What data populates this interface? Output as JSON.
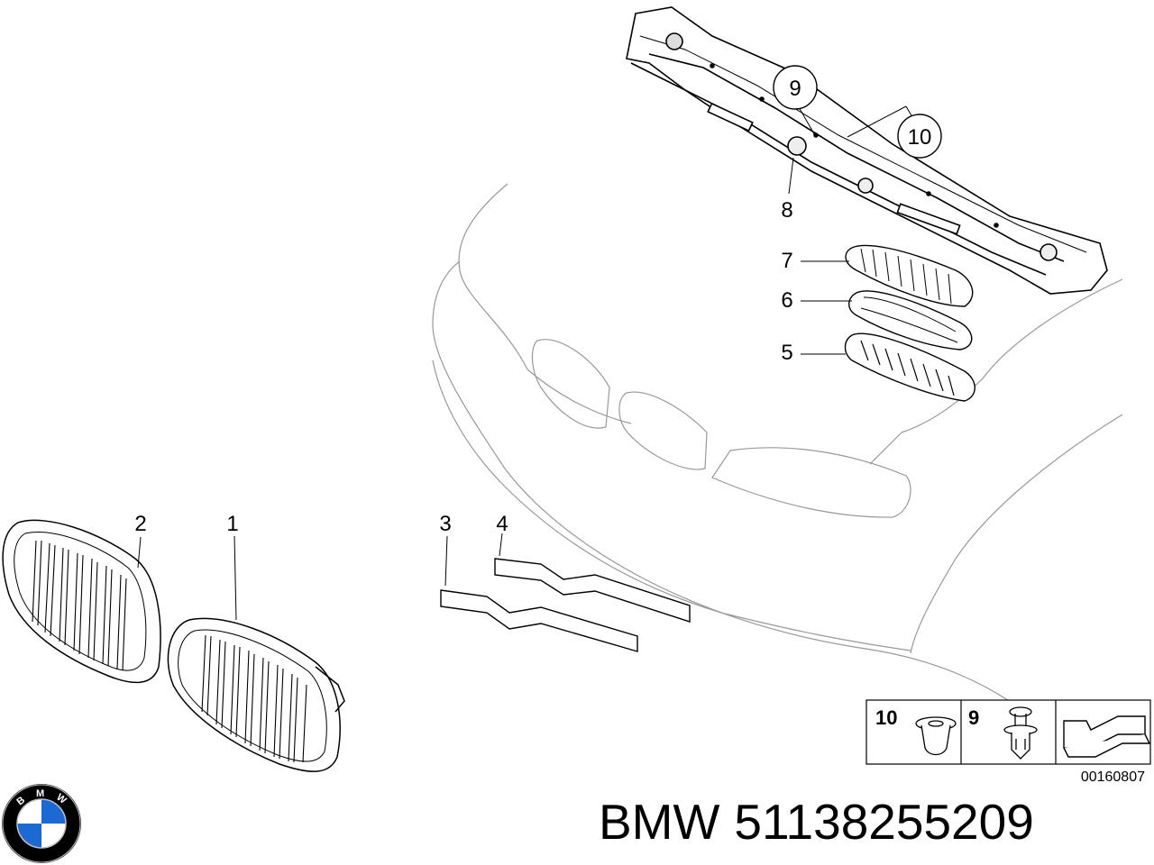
{
  "callouts": {
    "c1": "1",
    "c2": "2",
    "c3": "3",
    "c4": "4",
    "c5": "5",
    "c6": "6",
    "c7": "7",
    "c8": "8",
    "c9": "9",
    "c10": "10"
  },
  "legend": {
    "item10": "10",
    "item9": "9"
  },
  "diagram_id": "00160807",
  "logo": {
    "letters": "BMW",
    "colors": {
      "blue": "#1c69d4",
      "ring": "#000000",
      "white": "#ffffff"
    }
  },
  "caption": {
    "brand": "BMW",
    "part_number": "51138255209"
  }
}
